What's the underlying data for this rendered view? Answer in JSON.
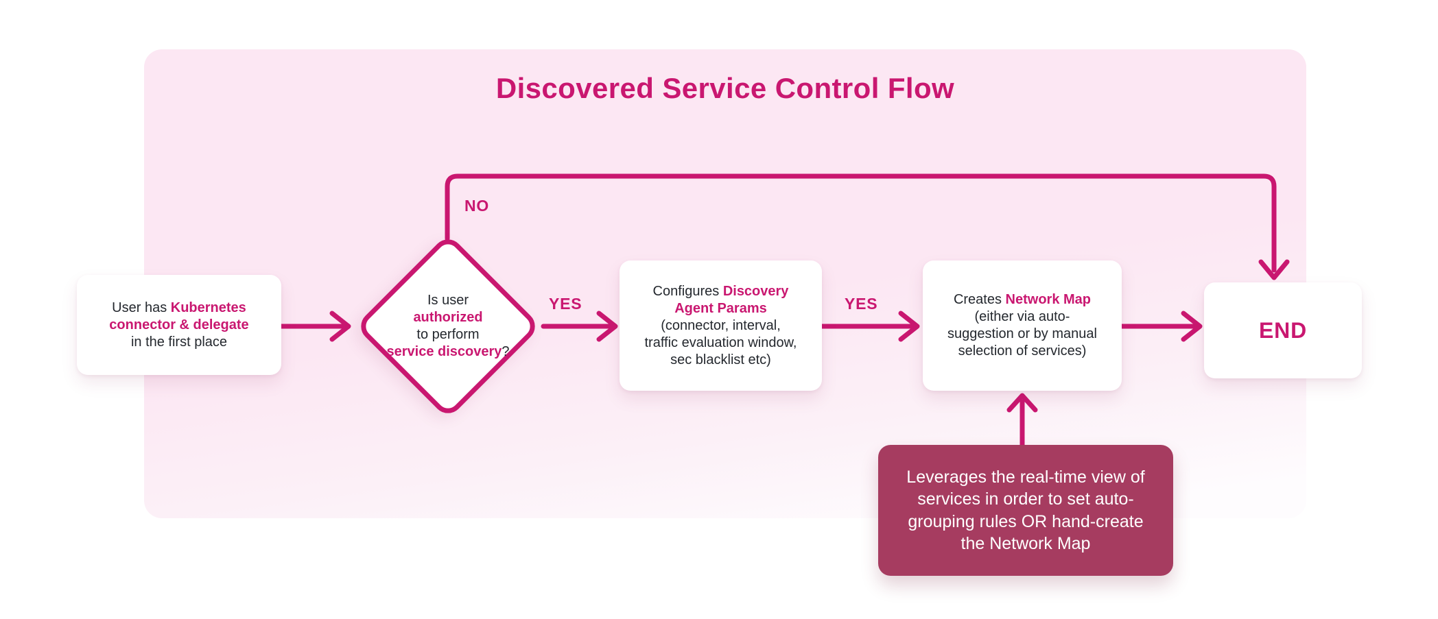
{
  "title": "Discovered Service Control Flow",
  "colors": {
    "magenta": "#c91770",
    "board_pink": "#fce7f3",
    "board_fade": "#fefcfe",
    "note_background": "#a63c60",
    "text_dark": "#24282e",
    "node_background": "#ffffff"
  },
  "labels": {
    "no": "NO",
    "yes_decision_to_configure": "YES",
    "yes_configure_to_create": "YES"
  },
  "nodes": {
    "start": {
      "segments": [
        {
          "text": "User has ",
          "em": false
        },
        {
          "text": "Kubernetes",
          "em": true
        },
        {
          "br": true
        },
        {
          "text": "connector & delegate",
          "em": true
        },
        {
          "br": true
        },
        {
          "text": "in the first place",
          "em": false
        }
      ]
    },
    "decision": {
      "segments": [
        {
          "text": "Is user",
          "em": false
        },
        {
          "br": true
        },
        {
          "text": "authorized",
          "em": true
        },
        {
          "br": true
        },
        {
          "text": "to perform",
          "em": false
        },
        {
          "br": true
        },
        {
          "text": "service discovery",
          "em": true
        },
        {
          "text": "?",
          "em": false
        }
      ]
    },
    "configure": {
      "segments": [
        {
          "text": "Configures ",
          "em": false
        },
        {
          "text": "Discovery",
          "em": true
        },
        {
          "br": true
        },
        {
          "text": "Agent Params",
          "em": true
        },
        {
          "br": true
        },
        {
          "text": "(connector, interval,",
          "em": false
        },
        {
          "br": true
        },
        {
          "text": "traffic evaluation window,",
          "em": false
        },
        {
          "br": true
        },
        {
          "text": "sec blacklist etc)",
          "em": false
        }
      ]
    },
    "create_map": {
      "segments": [
        {
          "text": "Creates ",
          "em": false
        },
        {
          "text": "Network Map",
          "em": true
        },
        {
          "br": true
        },
        {
          "text": "(either via auto-",
          "em": false
        },
        {
          "br": true
        },
        {
          "text": "suggestion or by manual",
          "em": false
        },
        {
          "br": true
        },
        {
          "text": "selection of services)",
          "em": false
        }
      ]
    },
    "end": {
      "label": "END"
    },
    "note": {
      "segments": [
        {
          "text": "Leverages the real-time view of",
          "em": false
        },
        {
          "br": true
        },
        {
          "text": "services in order to set auto-",
          "em": false
        },
        {
          "br": true
        },
        {
          "text": "grouping rules OR hand-create",
          "em": false
        },
        {
          "br": true
        },
        {
          "text": "the Network Map",
          "em": false
        }
      ]
    }
  }
}
